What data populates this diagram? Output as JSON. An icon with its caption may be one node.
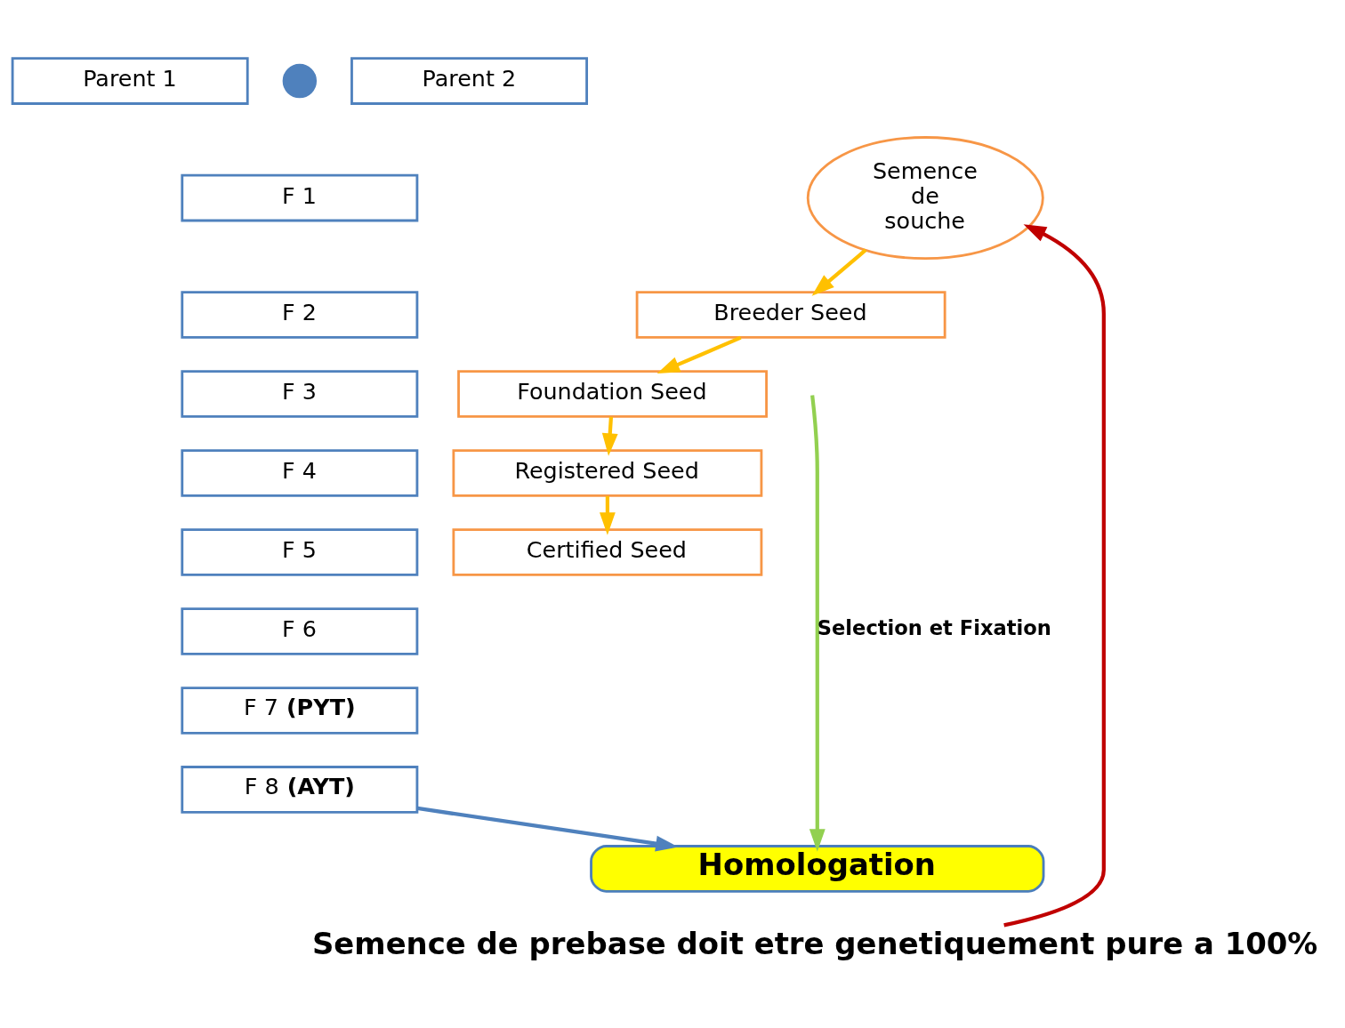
{
  "diagram": {
    "nodes": [
      {
        "text": [
          "Parent 1"
        ]
      },
      {
        "text": [],
        "shape": "cross"
      },
      {
        "text": [
          "Parent 2"
        ]
      },
      {
        "text": [
          "F 1"
        ]
      },
      {
        "text": [
          "F 2"
        ]
      },
      {
        "text": [
          "F 3"
        ]
      },
      {
        "text": [
          "F 4"
        ]
      },
      {
        "text": [
          "F 5"
        ]
      },
      {
        "text": [
          "F 6"
        ]
      },
      {
        "text": [
          "F 7 **(PYT)**"
        ]
      },
      {
        "text": [
          "F 8 **(AYT)**"
        ]
      },
      {
        "text": [
          "Homologation"
        ]
      },
      {
        "text": [
          "Semence de prebase doit etre genetiquement pure a 100%"
        ]
      },
      {
        "text": [
          "Semence de souche"
        ]
      },
      {
        "text": [
          "Breeder Seed"
        ]
      },
      {
        "text": [
          "Foundation Seed"
        ]
      },
      {
        "text": [
          "Registered Seed"
        ]
      },
      {
        "text": [
          "Certified Seed"
        ]
      }
    ],
    "edges": [
      {
        "from": 10,
        "to": 11,
        "arrow": "to",
        "color": "#4f81bd"
      },
      {
        "from": null,
        "to": 11,
        "arrow": "to",
        "label": "Selection et Fixation",
        "color": "#92d050"
      },
      {
        "from": 12,
        "to": 13,
        "arrow": "to",
        "color": "#c00000"
      },
      {
        "from": 13,
        "to": 14,
        "arrow": "to"
      },
      {
        "from": 14,
        "to": 15,
        "arrow": "to"
      },
      {
        "from": 15,
        "to": 16,
        "arrow": "to"
      },
      {
        "from": 16,
        "to": 17,
        "arrow": "to"
      }
    ]
  }
}
